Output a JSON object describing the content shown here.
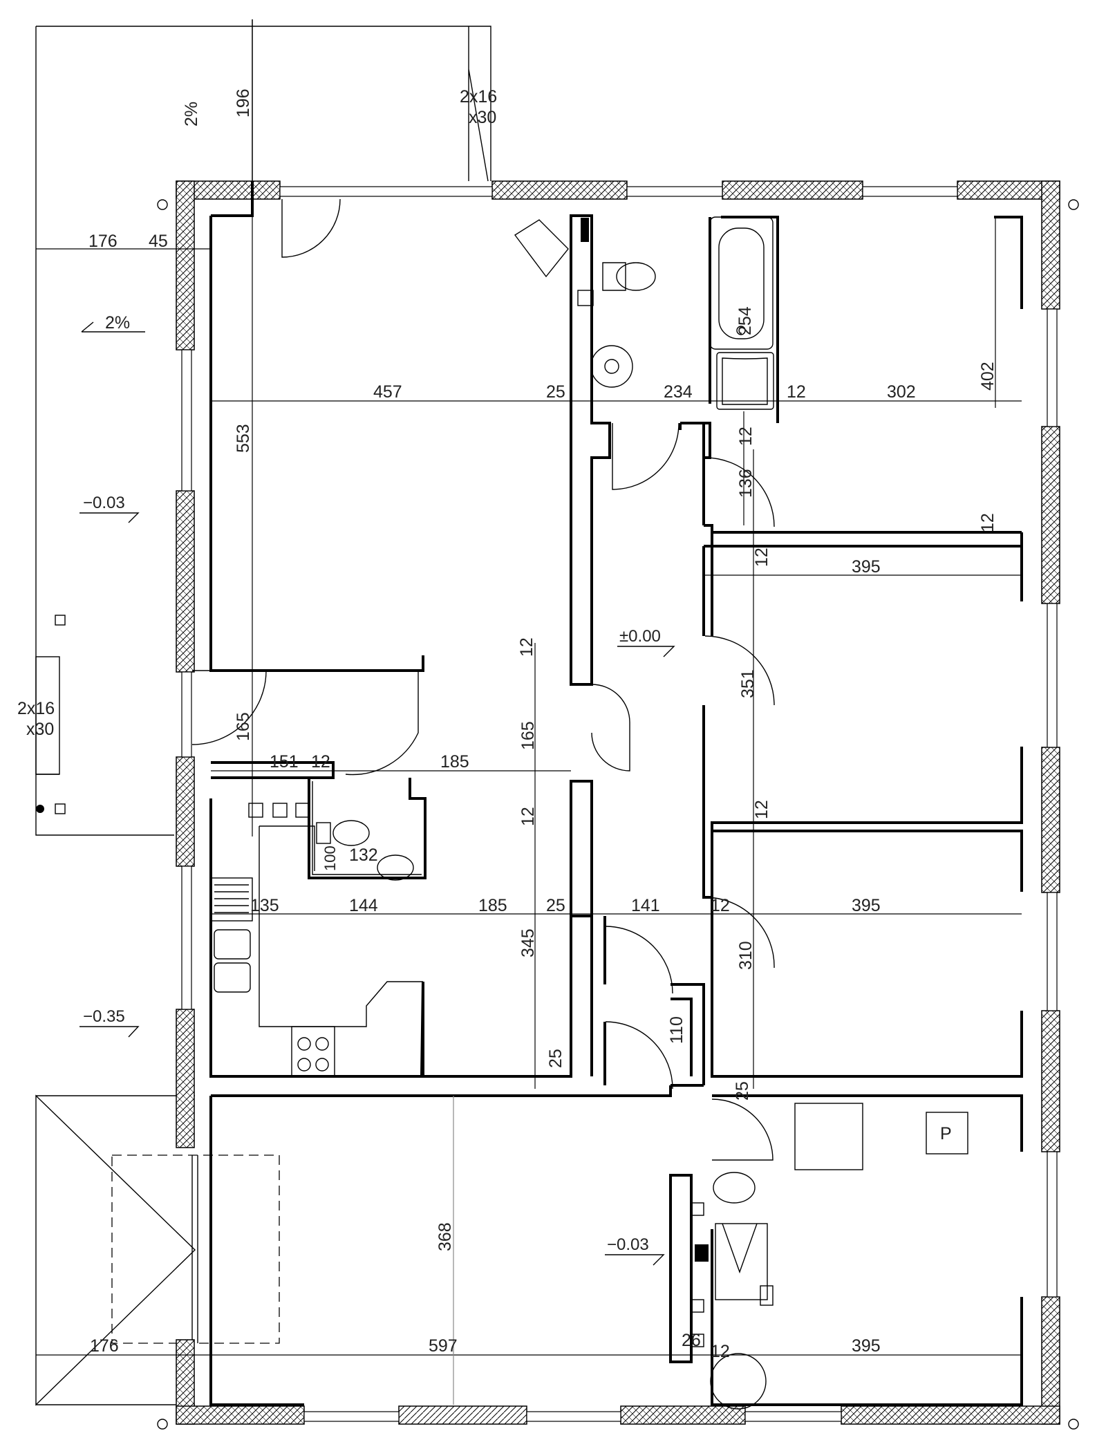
{
  "dimensions": {
    "top_roof_height": "196",
    "top_roof_slope": "2%",
    "roof_beam": [
      "2x16",
      "x30"
    ],
    "left_ext": "176",
    "left_wall": "45",
    "left_slope": "2%",
    "room1_width": "457",
    "wall_25a": "25",
    "bath_width": "234",
    "wall_12a": "12",
    "room2_width": "302",
    "room2_height": "402",
    "room1_height": "553",
    "bath_tub": "254",
    "d_12b": "12",
    "door_136": "136",
    "d_12c": "12",
    "d_12d": "12",
    "room3_width": "395",
    "d_12e": "12",
    "hall_level": "±0.00",
    "room3_height": "351",
    "left_beam": [
      "2x16",
      "x30"
    ],
    "d_165a": "165",
    "d_165b": "165",
    "d_151": "151",
    "d_12f": "12",
    "d_185a": "185",
    "d_12g": "12",
    "d_12h": "12",
    "wc_100": "100",
    "wc_132": "132",
    "level_m003": "−0.03",
    "d_135": "135",
    "d_144": "144",
    "d_185b": "185",
    "d_25b": "25",
    "d_141": "141",
    "d_12i": "12",
    "room4_width": "395",
    "d_345": "345",
    "d_310": "310",
    "level_m035": "−0.35",
    "d_110": "110",
    "d_25c": "25",
    "d_25d": "25",
    "garage_height": "368",
    "garage_level": "−0.03",
    "boiler_label": "P",
    "d_176b": "176",
    "garage_width": "597",
    "d_26": "26",
    "d_12j": "12",
    "room5_width": "395"
  }
}
